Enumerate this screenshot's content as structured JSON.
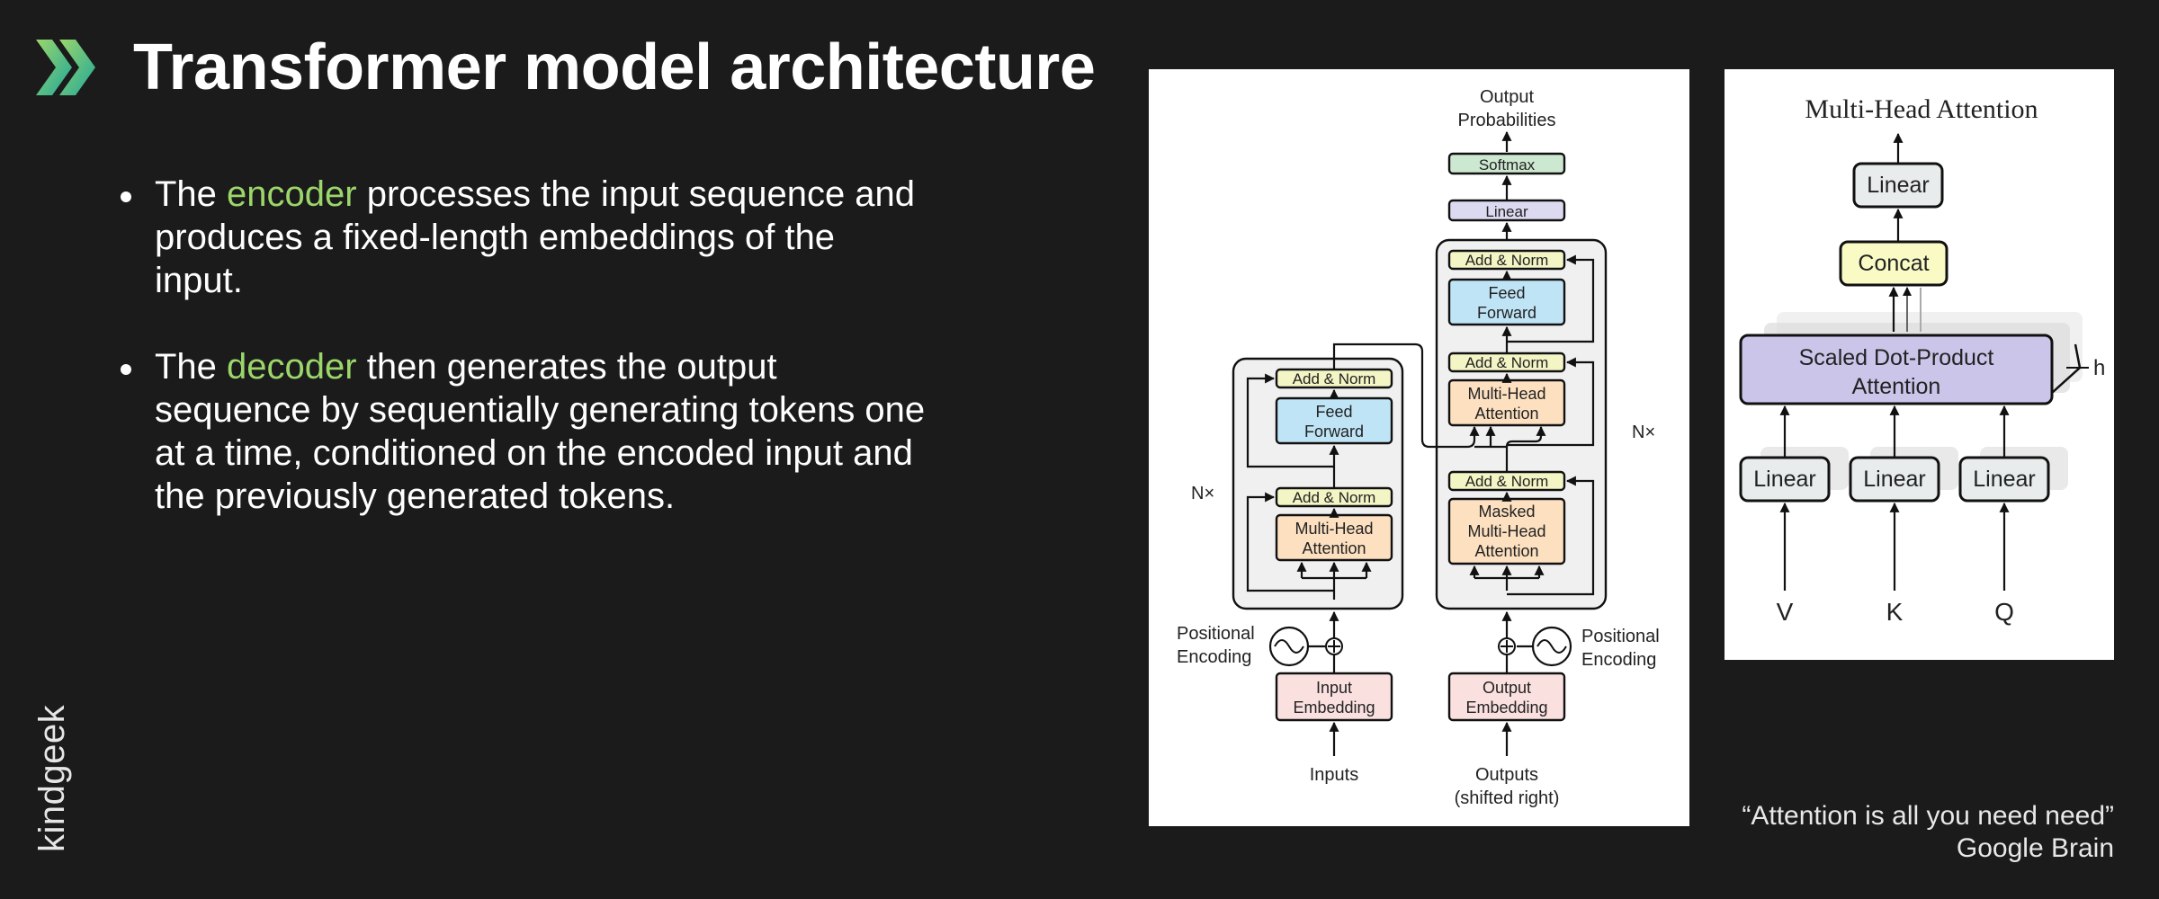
{
  "slide": {
    "title": "Transformer model architecture",
    "bullets": [
      {
        "pre": "The ",
        "highlight": "encoder",
        "post": " processes the input sequence and produces a fixed-length embeddings of the input."
      },
      {
        "pre": "The ",
        "highlight": "decoder",
        "post": " then generates the output sequence by sequentially generating tokens one at a time, conditioned on the encoded input and the previously generated tokens."
      }
    ],
    "brand": "kindgeek",
    "quote": {
      "line1": "“Attention is all you need need”",
      "line2": "Google Brain"
    }
  },
  "transformer_diagram": {
    "output_probabilities_1": "Output",
    "output_probabilities_2": "Probabilities",
    "softmax": "Softmax",
    "linear": "Linear",
    "add_norm": "Add & Norm",
    "feed_forward_1": "Feed",
    "feed_forward_2": "Forward",
    "multi_head_1": "Multi-Head",
    "multi_head_2": "Attention",
    "masked_1": "Masked",
    "masked_2": "Multi-Head",
    "masked_3": "Attention",
    "nx": "N×",
    "positional_1": "Positional",
    "positional_2": "Encoding",
    "input_embedding_1": "Input",
    "input_embedding_2": "Embedding",
    "output_embedding_1": "Output",
    "output_embedding_2": "Embedding",
    "inputs": "Inputs",
    "outputs_1": "Outputs",
    "outputs_2": "(shifted right)"
  },
  "mha_diagram": {
    "title": "Multi-Head Attention",
    "linear": "Linear",
    "concat": "Concat",
    "scaled_1": "Scaled Dot-Product",
    "scaled_2": "Attention",
    "h": "h",
    "v": "V",
    "k": "K",
    "q": "Q"
  },
  "colors": {
    "background": "#1b1b1b",
    "highlight": "#9bd66b",
    "add_norm": "#f4f5c5",
    "feed_forward": "#bfe4f6",
    "attention": "#fde0c0",
    "embedding": "#fbe0e0",
    "softmax": "#cde8d0",
    "linear": "#dcdaf0",
    "scaled_attention": "#cbc5ea",
    "concat": "#fafac5",
    "mha_linear": "#e8ecec"
  }
}
